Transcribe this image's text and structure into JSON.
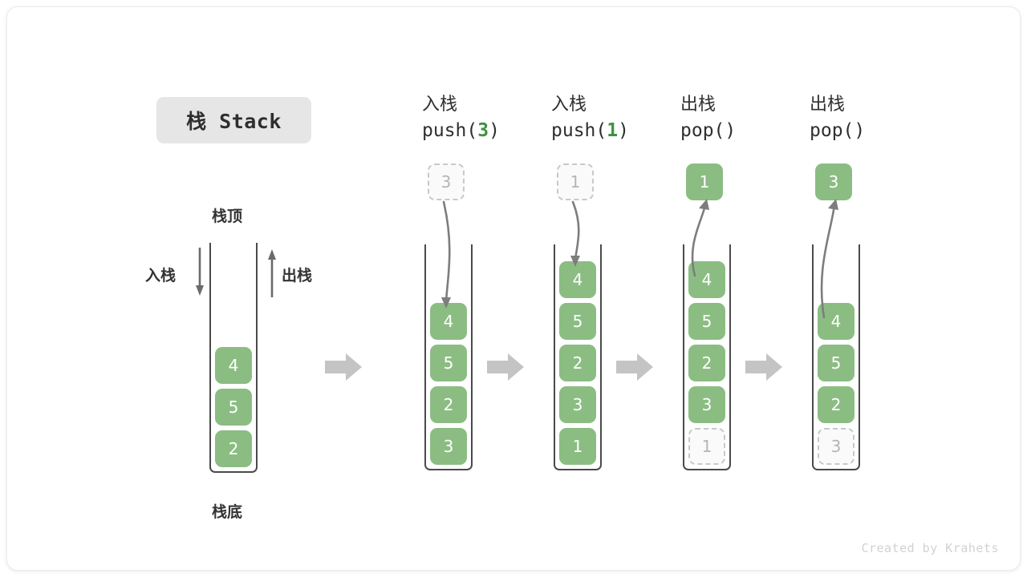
{
  "title_badge": {
    "text": "栈 Stack"
  },
  "footer": {
    "credit": "Created by Krahets"
  },
  "legend": {
    "top_label": "栈顶",
    "bottom_label": "栈底",
    "push_label": "入栈",
    "pop_label": "出栈"
  },
  "colors": {
    "element_green": "#8bbd83",
    "accent_green": "#3e9142",
    "ghost_border": "#c8c8c8",
    "ghost_text": "#b5b5b5",
    "frame": "#4a4a4a",
    "flow_arrow": "#c4c4c4",
    "badge_bg": "#e6e6e6",
    "text_dark": "#2f2f2f"
  },
  "initial_stack": {
    "items": [
      "2",
      "5",
      "4"
    ]
  },
  "stages": [
    {
      "op_cjk": "入栈",
      "op_code_prefix": "push(",
      "op_code_arg": "3",
      "op_code_suffix": ")",
      "kind": "push",
      "floating": {
        "value": "3",
        "style": "ghost"
      },
      "stack": [
        {
          "value": "3",
          "style": "solid"
        },
        {
          "value": "2",
          "style": "solid"
        },
        {
          "value": "5",
          "style": "solid"
        },
        {
          "value": "4",
          "style": "solid"
        }
      ]
    },
    {
      "op_cjk": "入栈",
      "op_code_prefix": "push(",
      "op_code_arg": "1",
      "op_code_suffix": ")",
      "kind": "push",
      "floating": {
        "value": "1",
        "style": "ghost"
      },
      "stack": [
        {
          "value": "1",
          "style": "solid"
        },
        {
          "value": "3",
          "style": "solid"
        },
        {
          "value": "2",
          "style": "solid"
        },
        {
          "value": "5",
          "style": "solid"
        },
        {
          "value": "4",
          "style": "solid"
        }
      ]
    },
    {
      "op_cjk": "出栈",
      "op_code_prefix": "pop(",
      "op_code_arg": "",
      "op_code_suffix": ")",
      "kind": "pop",
      "floating": {
        "value": "1",
        "style": "solid"
      },
      "stack": [
        {
          "value": "1",
          "style": "ghost"
        },
        {
          "value": "3",
          "style": "solid"
        },
        {
          "value": "2",
          "style": "solid"
        },
        {
          "value": "5",
          "style": "solid"
        },
        {
          "value": "4",
          "style": "solid"
        }
      ]
    },
    {
      "op_cjk": "出栈",
      "op_code_prefix": "pop(",
      "op_code_arg": "",
      "op_code_suffix": ")",
      "kind": "pop",
      "floating": {
        "value": "3",
        "style": "solid"
      },
      "stack": [
        {
          "value": "3",
          "style": "ghost"
        },
        {
          "value": "2",
          "style": "solid"
        },
        {
          "value": "5",
          "style": "solid"
        },
        {
          "value": "4",
          "style": "solid"
        }
      ]
    }
  ]
}
